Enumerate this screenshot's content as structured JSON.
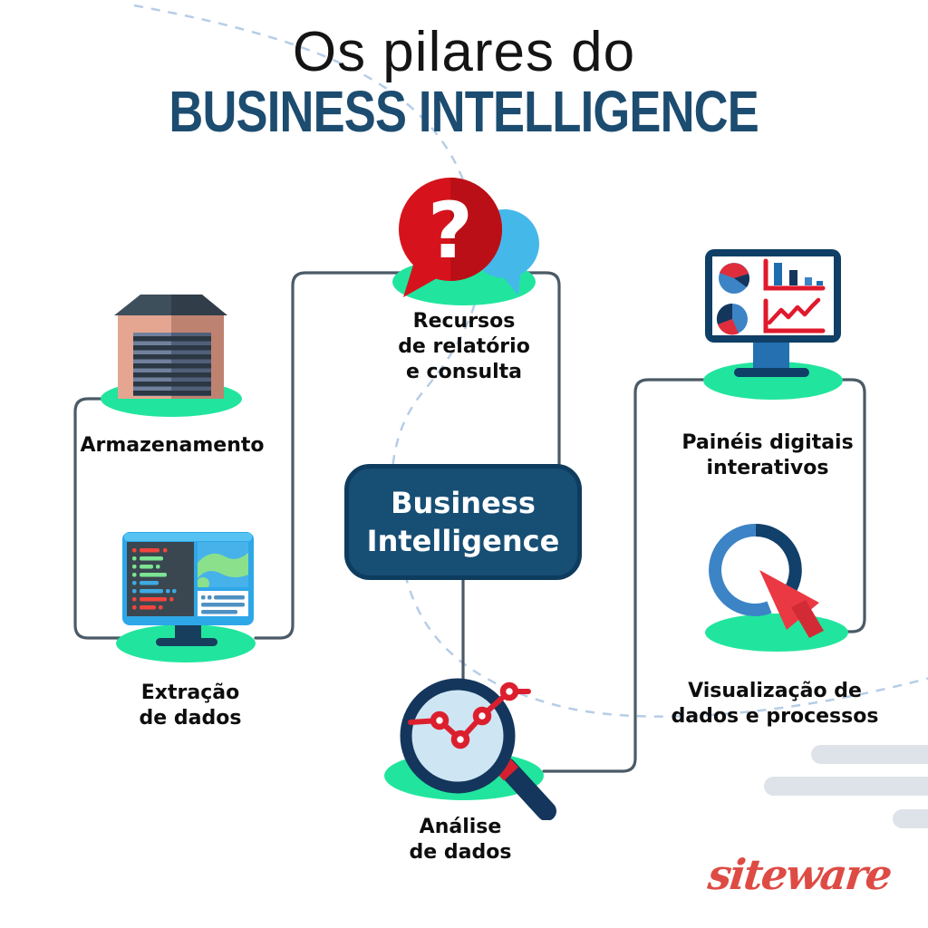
{
  "title": {
    "line1": "Os pilares do",
    "line2": "BUSINESS INTELLIGENCE"
  },
  "center": {
    "label": "Business\nIntelligence"
  },
  "nodes": {
    "recursos": {
      "label": "Recursos\nde relatório\ne consulta",
      "icon": "question-bubbles-icon"
    },
    "armazenamento": {
      "label": "Armazenamento",
      "icon": "server-icon"
    },
    "extracao": {
      "label": "Extração\nde dados",
      "icon": "code-monitor-icon"
    },
    "paineis": {
      "label": "Painéis digitais\ninterativos",
      "icon": "dashboard-monitor-icon"
    },
    "visualizacao": {
      "label": "Visualização de\ndados e processos",
      "icon": "cursor-ring-icon"
    },
    "analise": {
      "label": "Análise\nde dados",
      "icon": "magnifier-chart-icon"
    }
  },
  "icons": {
    "question_mark": "?"
  },
  "logo": {
    "text": "siteware"
  },
  "colors": {
    "accent_green": "#21E59E",
    "navy_box": "#174E74",
    "title_navy": "#1C4C70",
    "connector_gray": "#4B5A66",
    "bubble_red": "#D6131C",
    "bubble_blue": "#45B8EA",
    "chart_red": "#E0192D",
    "logo_red": "#DE4B44",
    "dashed_blue": "#B6CDE7",
    "bars_gray": "#DEE3E9"
  }
}
